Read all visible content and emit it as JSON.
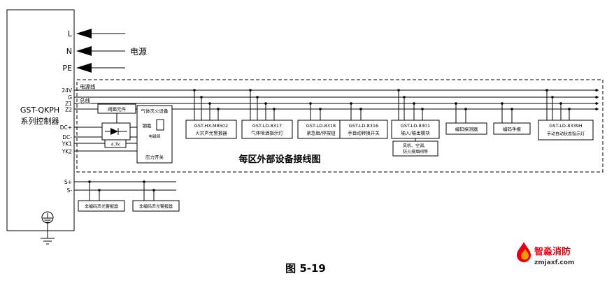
{
  "controller": {
    "model": "GST-QKPH",
    "series": "系列控制器",
    "terminals": {
      "l": "L",
      "n": "N",
      "pe": "PE",
      "v24": "24V",
      "g": "G",
      "z1": "Z1",
      "z2": "Z2",
      "dc_plus": "DC+",
      "dc_minus": "DC-",
      "yk1": "YK1",
      "yk2": "YK2",
      "s_plus": "S+",
      "s_minus": "S-"
    }
  },
  "power_label": "电源",
  "bus_labels": {
    "power_line": "电源线",
    "signal_line": "总线"
  },
  "zone_caption": "每区外部设备接线图",
  "gas_assembly": {
    "valve_element": "阀面元件",
    "resistor": "4.7k",
    "equipment_title": "气体灭火设备",
    "cylinder": "钢瓶",
    "solenoid": "电磁阀",
    "pressure_switch": "压力开关"
  },
  "devices": {
    "d1": {
      "model": "GST-HX-M8502",
      "name": "火灾声光警报器"
    },
    "d2": {
      "model": "GST-LD-8317",
      "name": "气体喷洒指示灯"
    },
    "d3": {
      "model": "GST-LD-8318",
      "name": "紧急启/停按钮"
    },
    "d4": {
      "model": "GST-LD-8316",
      "name": "手自动转换开关"
    },
    "d5": {
      "model": "GST-LD-8301",
      "name": "输入/输出模块",
      "load_line1": "风机、空调、",
      "load_line2": "防火排烟阀等"
    },
    "d6": {
      "name": "编码探测器"
    },
    "d7": {
      "name": "编码手报"
    },
    "d8": {
      "model": "GST-LD-8339H",
      "name": "手动自动状态指示灯"
    }
  },
  "bottom_devices": {
    "b1": "非编码声光警报器",
    "b2": "非编码声光警报器"
  },
  "figure_caption": "图 5-19",
  "logo": {
    "brand": "智淼消防",
    "site": "zmjaxf.com"
  }
}
